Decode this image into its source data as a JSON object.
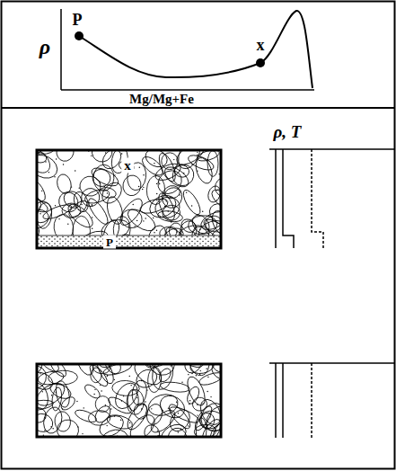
{
  "diagram": {
    "labels": [
      "ρ",
      "P",
      "x",
      "Mg/Mg+Fe",
      "x",
      "P",
      "ρ, T"
    ]
  }
}
